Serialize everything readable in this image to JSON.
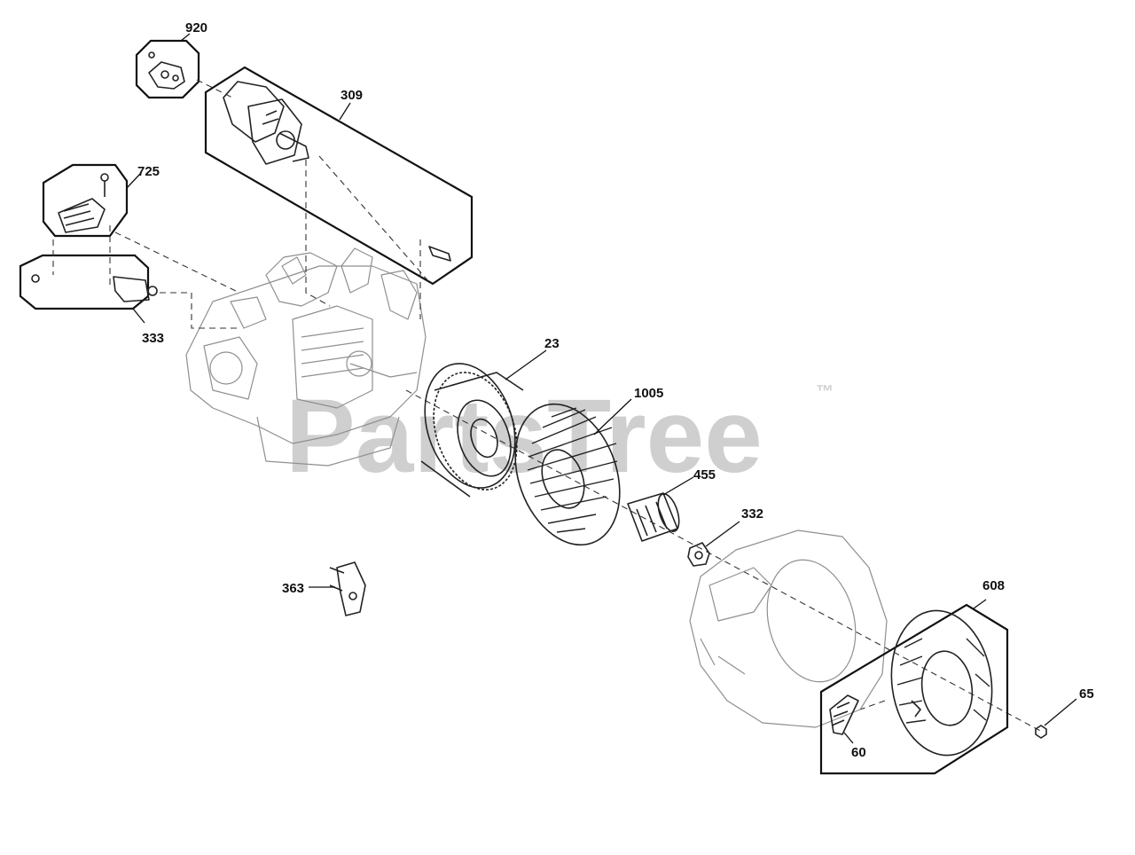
{
  "watermark": {
    "text": "PartsTree",
    "trademark": "™"
  },
  "callouts": {
    "c920": "920",
    "c309": "309",
    "c725": "725",
    "c333": "333",
    "c23": "23",
    "c1005": "1005",
    "c455": "455",
    "c332": "332",
    "c363": "363",
    "c608": "608",
    "c65": "65",
    "c60": "60"
  }
}
